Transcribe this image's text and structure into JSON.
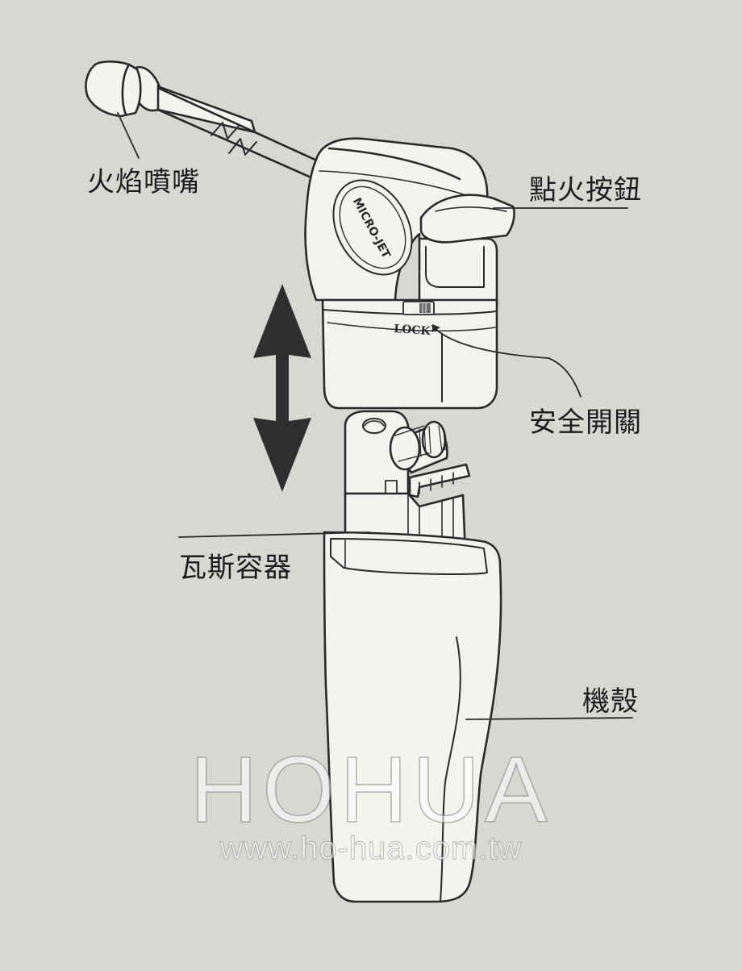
{
  "labels": {
    "nozzle": "火焰噴嘴",
    "ignition_button": "點火按鈕",
    "safety_switch": "安全開關",
    "gas_container": "瓦斯容器",
    "housing": "機殼"
  },
  "device": {
    "brand": "MICRO-JET",
    "lock": "LOCK"
  },
  "watermark": {
    "brand": "HOHUA",
    "url": "www.ho-hua.com.tw"
  },
  "colors": {
    "background": "#d9d7d3",
    "line": "#2a2a2a",
    "body": "#f4f3f0",
    "arrow": "#2f2f2f"
  }
}
